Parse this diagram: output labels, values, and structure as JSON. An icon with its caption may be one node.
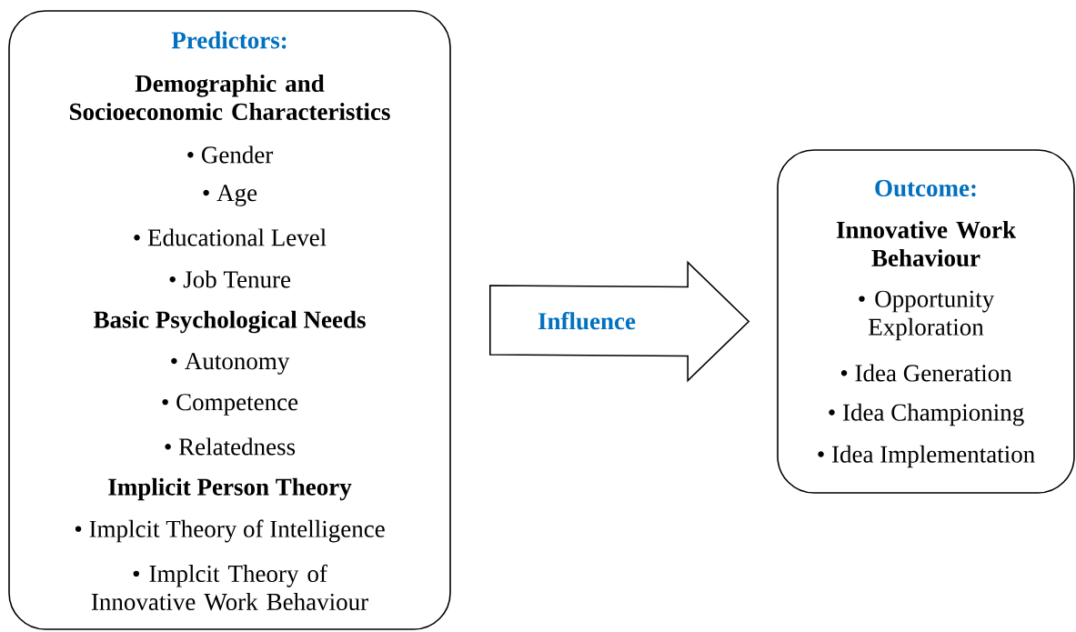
{
  "diagram": {
    "nodes": [
      {
        "text": [
          "Predictors:",
          "Demographic and Socioeconomic Characteristics",
          "• Gender",
          "• Age",
          "• Educational Level",
          "• Job Tenure",
          "Basic Psychological Needs",
          "• Autonomy",
          "• Competence",
          "• Relatedness",
          "Implicit Person Theory",
          "• Implcit Theory of Intelligence",
          "• Implcit Theory of Innovative Work Behaviour"
        ]
      },
      {
        "text": [
          "Outcome:",
          "Innovative Work Behaviour",
          "• Opportunity Exploration",
          "• Idea Generation",
          "• Idea Championing",
          "• Idea Implementation"
        ]
      }
    ],
    "edges": [
      {
        "from": 0,
        "to": 1,
        "arrow": "to",
        "label": "Influence"
      }
    ]
  }
}
